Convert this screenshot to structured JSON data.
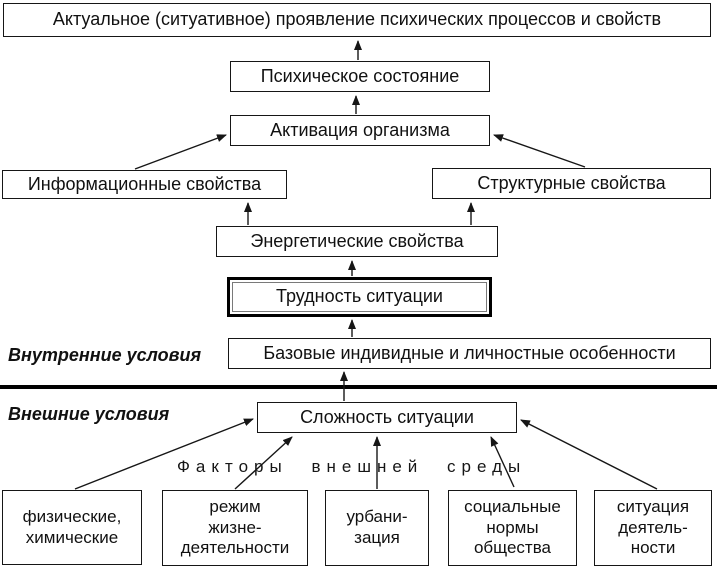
{
  "diagram": {
    "title_box": "Актуальное (ситуативное) проявление психических процессов и свойств",
    "boxes": {
      "mental_state": "Психическое состояние",
      "organism_activation": "Активация организма",
      "informational_properties": "Информационные свойства",
      "structural_properties": "Структурные свойства",
      "energetic_properties": "Энергетические свойства",
      "situation_difficulty": "Трудность ситуации",
      "basic_features": "Базовые индивидные и личностные особенности",
      "situation_complexity": "Сложность ситуации",
      "physical_chemical": "физические,\nхимические",
      "life_regime": "режим\nжизне-\nдеятельности",
      "urbanization": "урбани-\nзация",
      "social_norms": "социальные\nнормы\nобщества",
      "activity_situation": "ситуация\nдеятель-\nности"
    },
    "labels": {
      "internal_conditions": "Внутренние условия",
      "external_conditions": "Внешние условия",
      "environment_factors": "Факторы внешней среды"
    },
    "colors": {
      "line": "#161616",
      "text": "#111111",
      "background": "#ffffff"
    }
  }
}
